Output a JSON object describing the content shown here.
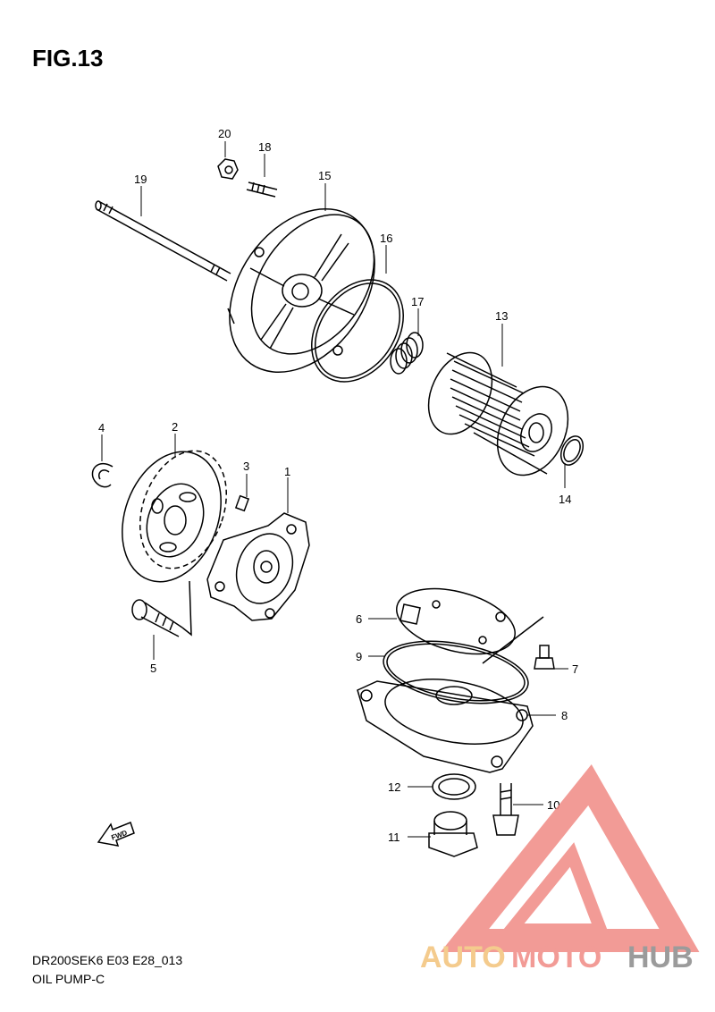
{
  "figure_title": "FIG.13",
  "model_code": "DR200SEK6 E03 E28_013",
  "section_name": "OIL PUMP-C",
  "fwd_label": "FWD",
  "watermark": {
    "part1": "AUTO",
    "part2": "MOTO",
    "part3": "HUB",
    "color_auto": "#f3c27a",
    "color_moto": "#f08a84",
    "color_hub": "#8a8a8a"
  },
  "callouts": [
    "1",
    "2",
    "3",
    "4",
    "5",
    "6",
    "7",
    "8",
    "9",
    "10",
    "11",
    "12",
    "13",
    "14",
    "15",
    "16",
    "17",
    "18",
    "19",
    "20"
  ],
  "colors": {
    "line": "#000000",
    "background": "#ffffff"
  }
}
